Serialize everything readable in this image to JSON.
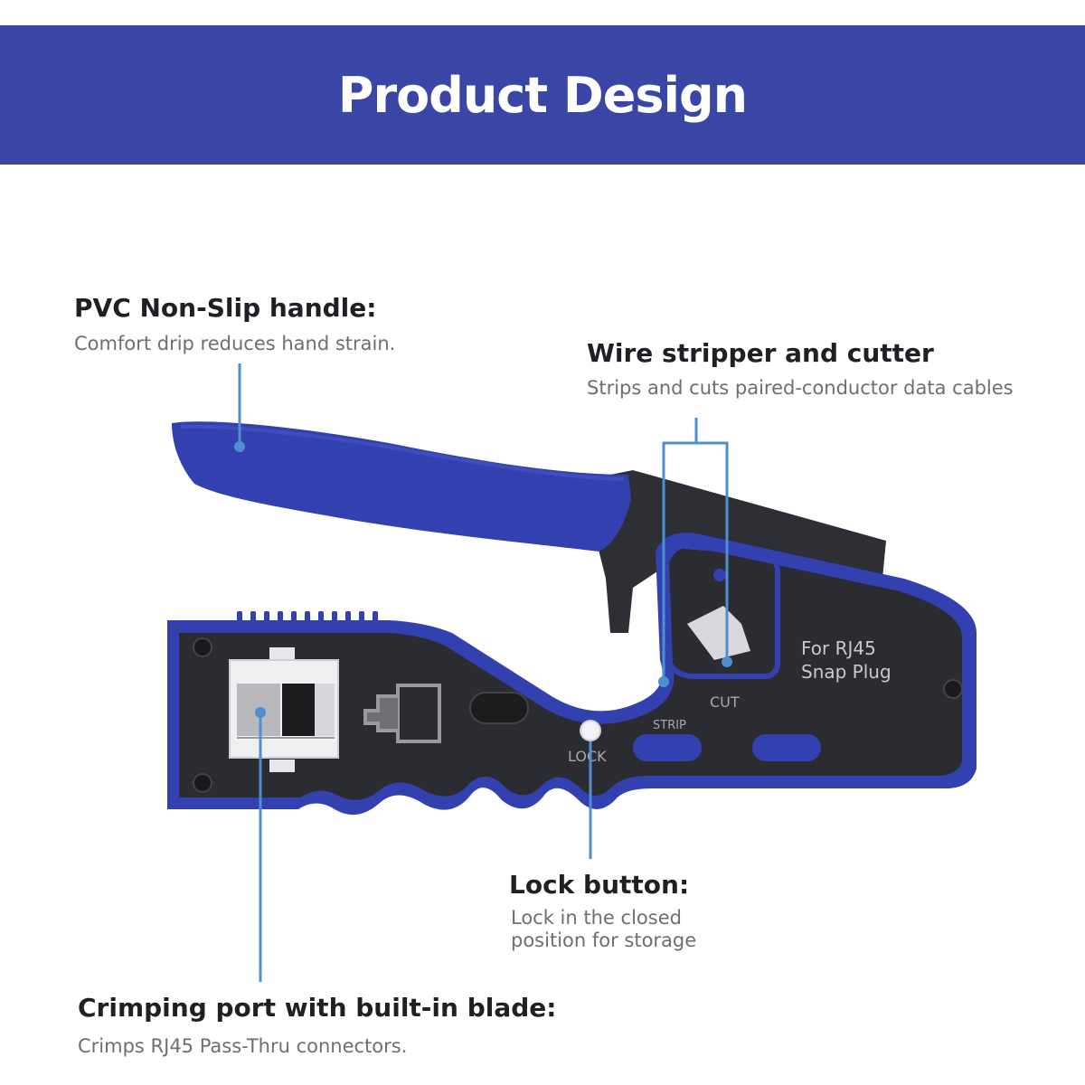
{
  "banner": {
    "title": "Product Design"
  },
  "callouts": {
    "handle": {
      "title": "PVC Non-Slip handle:",
      "desc": "Comfort drip reduces hand strain."
    },
    "stripper": {
      "title": "Wire stripper and cutter",
      "desc": "Strips and cuts paired-conductor data cables"
    },
    "lock": {
      "title": "Lock button:",
      "desc_line1": "Lock in the closed",
      "desc_line2": "position for storage"
    },
    "crimp": {
      "title": "Crimping port with built-in blade:",
      "desc": "Crimps RJ45 Pass-Thru connectors."
    }
  },
  "tool_labels": {
    "model_line1": "For RJ45",
    "model_line2": "Snap Plug",
    "cut": "CUT",
    "strip": "STRIP",
    "lock": "LOCK"
  },
  "colors": {
    "banner": "#3a46a6",
    "tool_blue": "#3340b0",
    "tool_body": "#2b2c31",
    "leader_line": "#4f8fd0"
  }
}
